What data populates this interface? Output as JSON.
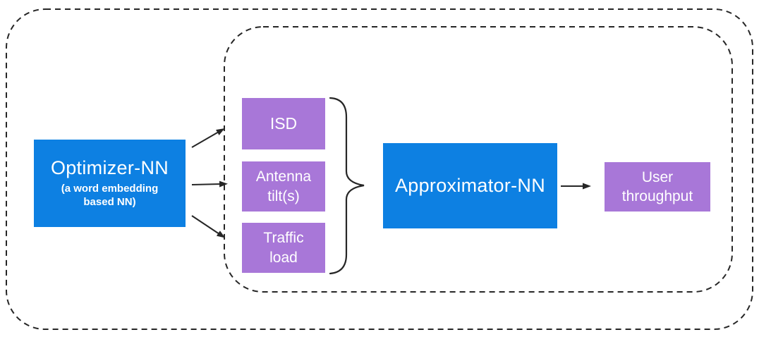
{
  "colors": {
    "blue": "#0d80e2",
    "purple": "#a877d8",
    "line": "#262626",
    "bg": "#ffffff"
  },
  "optimizer": {
    "title": "Optimizer-NN",
    "subtitle": [
      "(a word embedding",
      "based NN)"
    ]
  },
  "inputs": [
    {
      "label": "ISD"
    },
    {
      "label": [
        "Antenna",
        "tilt(s)"
      ]
    },
    {
      "label": [
        "Traffic",
        "load"
      ]
    }
  ],
  "approximator": {
    "label": "Approximator-NN"
  },
  "output": {
    "label": [
      "User",
      "throughput"
    ]
  }
}
